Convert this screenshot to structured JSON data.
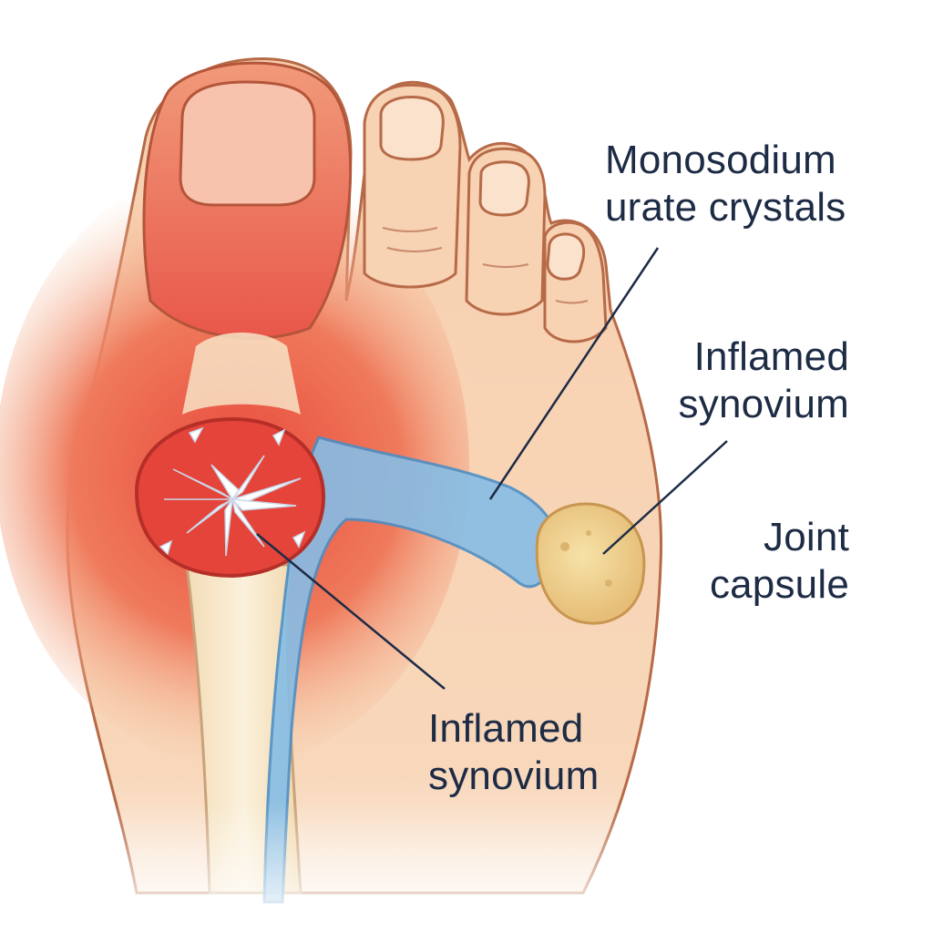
{
  "diagram": {
    "labels": {
      "crystals": [
        "Monosodium",
        "urate crystals"
      ],
      "synovium_top": [
        "Inflamed",
        "synovium"
      ],
      "capsule": [
        "Joint",
        "capsule"
      ],
      "synovium_bottom": [
        "Inflamed",
        "synovium"
      ]
    }
  },
  "colors": {
    "skin": "#f6cdaa",
    "inflammation": "#e8483a",
    "crystal": "#ffffff",
    "synovium": "#86bde6",
    "capsule": "#efd08c",
    "bone": "#f7e8c8",
    "outline": "#9c4f2e",
    "text": "#1d2b45"
  }
}
